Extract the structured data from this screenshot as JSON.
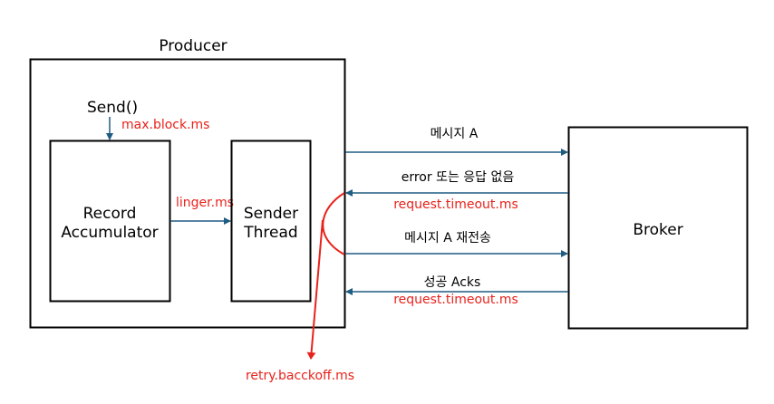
{
  "producer": {
    "title": "Producer",
    "send_label": "Send()",
    "max_block_label": "max.block.ms",
    "record_accumulator": [
      "Record",
      "Accumulator"
    ],
    "linger_label": "linger.ms",
    "sender_thread": [
      "Sender",
      "Thread"
    ]
  },
  "broker": {
    "label": "Broker"
  },
  "messages": {
    "message_a": "메시지 A",
    "error_no_response": "error 또는 응답 없음",
    "request_timeout_1": "request.timeout.ms",
    "message_a_resend": "메시지 A 재전송",
    "success_acks": "성공 Acks",
    "request_timeout_2": "request.timeout.ms"
  },
  "retry_backoff_label": "retry.bacckoff.ms",
  "colors": {
    "arrow_blue": "#1f5c82",
    "red": "#e8221b",
    "box_stroke": "#000000"
  }
}
